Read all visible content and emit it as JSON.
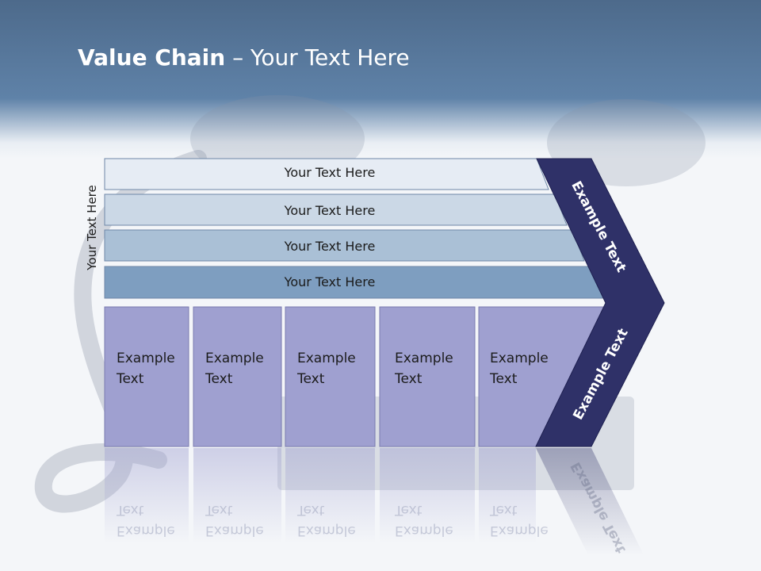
{
  "slide": {
    "title_bold": "Value Chain",
    "title_rest": " – Your Text Here",
    "side_label": "Your Text Here"
  },
  "support_bars": [
    "Your Text Here",
    "Your Text Here",
    "Your Text Here",
    "Your Text Here"
  ],
  "activities": [
    {
      "line1": "Example",
      "line2": "Text"
    },
    {
      "line1": "Example",
      "line2": "Text"
    },
    {
      "line1": "Example",
      "line2": "Text"
    },
    {
      "line1": "Example",
      "line2": "Text"
    },
    {
      "line1": "Example",
      "line2": "Text"
    }
  ],
  "chevron": {
    "upper": "Example Text",
    "lower": "Example Text"
  },
  "colors": {
    "header": "#5f82a8",
    "bar1": "#e6ecf4",
    "bar2": "#cbd8e6",
    "bar3": "#aac0d6",
    "bar4": "#7e9ec0",
    "activity": "#9fa0d0",
    "chevron": "#2f3168"
  }
}
